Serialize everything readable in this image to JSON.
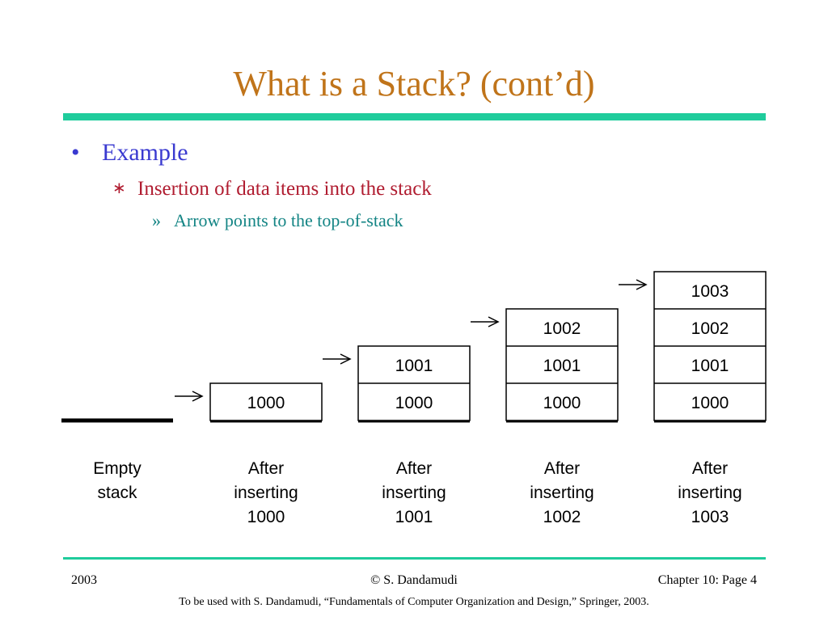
{
  "slide": {
    "title": "What is a Stack? (cont’d)",
    "colors": {
      "title": "#c0741a",
      "rule": "#1fcc9c",
      "level1": "#3a3ad0",
      "level2": "#b01c30",
      "level3": "#138484"
    }
  },
  "bullets": {
    "level1": {
      "marker": "•",
      "text": "Example"
    },
    "level2": {
      "marker": "∗",
      "text": "Insertion of data items into the stack"
    },
    "level3": {
      "marker": "»",
      "text": "Arrow points to the top-of-stack"
    }
  },
  "diagram": {
    "stacks": [
      {
        "items": [],
        "caption": [
          "Empty",
          "stack"
        ]
      },
      {
        "items": [
          "1000"
        ],
        "caption": [
          "After",
          "inserting",
          "1000"
        ]
      },
      {
        "items": [
          "1000",
          "1001"
        ],
        "caption": [
          "After",
          "inserting",
          "1001"
        ]
      },
      {
        "items": [
          "1000",
          "1001",
          "1002"
        ],
        "caption": [
          "After",
          "inserting",
          "1002"
        ]
      },
      {
        "items": [
          "1000",
          "1001",
          "1002",
          "1003"
        ],
        "caption": [
          "After",
          "inserting",
          "1003"
        ]
      }
    ]
  },
  "footer": {
    "year": "2003",
    "author": "© S. Dandamudi",
    "page": "Chapter 10: Page 4",
    "credit": "To be used with S. Dandamudi, “Fundamentals of Computer Organization and Design,” Springer, 2003."
  }
}
